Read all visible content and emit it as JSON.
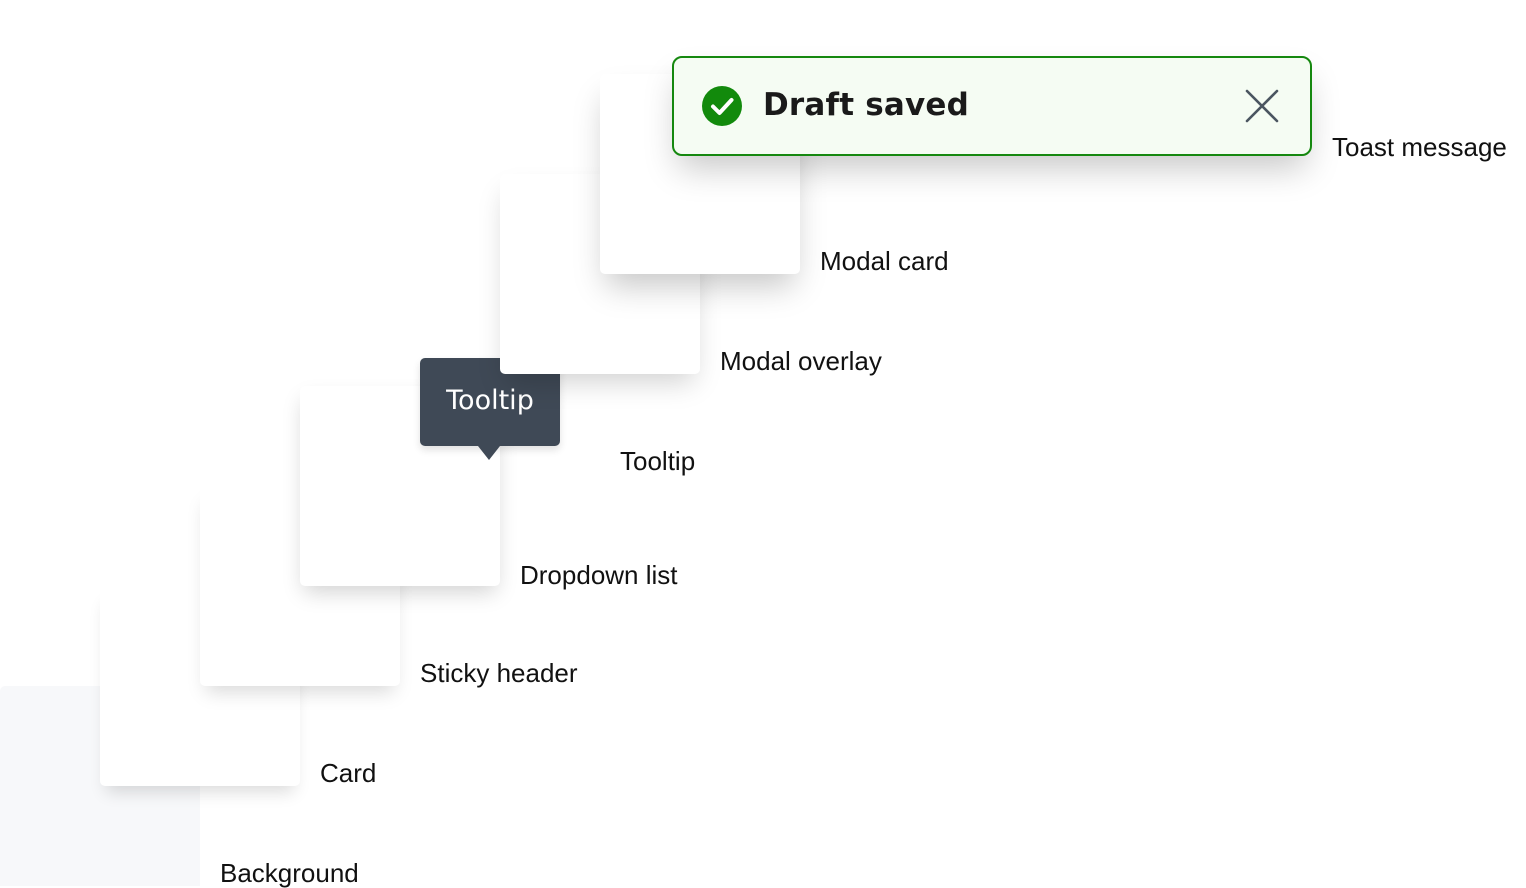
{
  "layers": {
    "background": "Background",
    "card": "Card",
    "sticky_header": "Sticky header",
    "dropdown_list": "Dropdown list",
    "tooltip": "Tooltip",
    "modal_overlay": "Modal overlay",
    "modal_card": "Modal card",
    "toast_message": "Toast message"
  },
  "tooltip": {
    "text": "Tooltip"
  },
  "toast": {
    "message": "Draft saved",
    "status_icon": "check-circle-icon",
    "close_icon": "close-icon"
  },
  "colors": {
    "toast_border": "#15880f",
    "toast_background": "#f5fcf3",
    "success_green": "#128a0c",
    "tooltip_background": "#3f4956",
    "background_layer": "#f7f8fa"
  }
}
